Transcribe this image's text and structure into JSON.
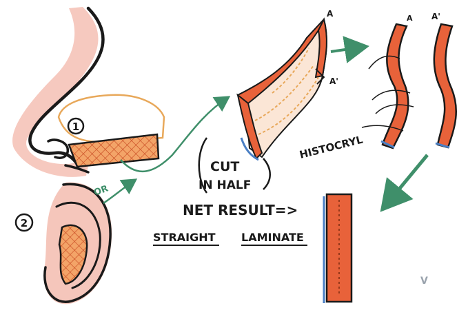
{
  "labels": {
    "step1": "1",
    "step2": "2",
    "or": "OR",
    "point_a_top": "A",
    "point_a_prime_top": "A'",
    "point_a_right": "A",
    "point_a_prime_right": "A'",
    "cut_line1": "CUT",
    "cut_line2": "IN HALF",
    "histocryl": "HISTOCRYL",
    "net_result": "NET RESULT=>",
    "straight": "STRAIGHT",
    "laminate": "LAMINATE",
    "signature": "V"
  },
  "colors": {
    "ink": "#1a1a1a",
    "skin": "#f4c0b4",
    "cartilage_orange": "#e8623a",
    "cartilage_light": "#f3a468",
    "outline_orange": "#e8a85a",
    "arrow_green": "#3f8f6a",
    "edge_blue": "#4a7fc4"
  }
}
